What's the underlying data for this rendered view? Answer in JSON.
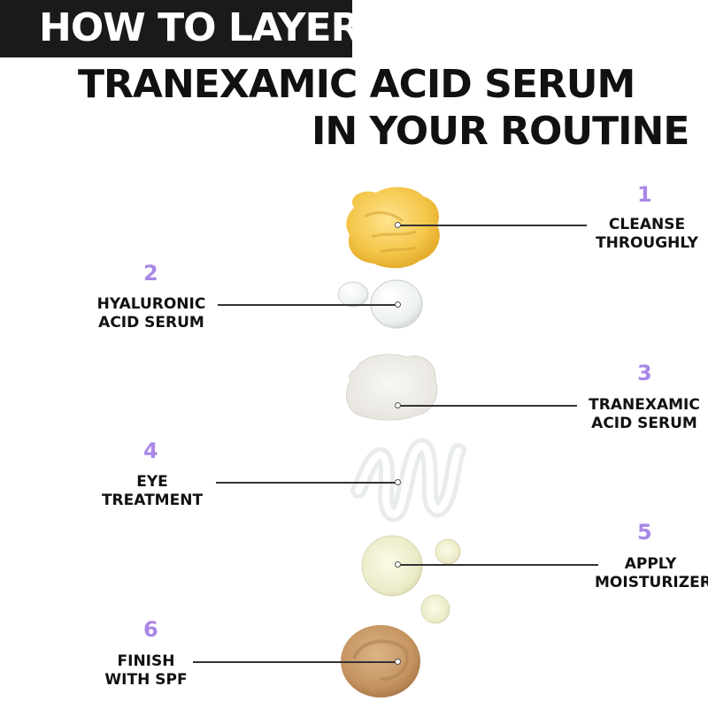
{
  "header": {
    "banner": "HOW TO LAYER",
    "title_line1": "TRANEXAMIC ACID SERUM",
    "title_line2": "IN YOUR ROUTINE"
  },
  "steps": [
    {
      "number": "1",
      "line1": "CLEANSE",
      "line2": "THROUGHLY"
    },
    {
      "number": "2",
      "line1": "HYALURONIC",
      "line2": "ACID SERUM"
    },
    {
      "number": "3",
      "line1": "TRANEXAMIC",
      "line2": "ACID SERUM"
    },
    {
      "number": "4",
      "line1": "EYE",
      "line2": "TREATMENT"
    },
    {
      "number": "5",
      "line1": "APPLY",
      "line2": "MOISTURIZER"
    },
    {
      "number": "6",
      "line1": "FINISH",
      "line2": "WITH SPF"
    }
  ],
  "colors": {
    "accent_number": "#a987e6",
    "banner_bg": "#1a1a1a",
    "cleanser": "#f6cc57",
    "spf": "#c99a6a"
  }
}
